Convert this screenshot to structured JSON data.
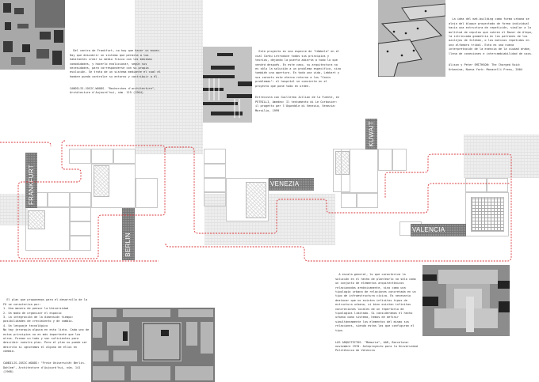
{
  "panel": {
    "quotes": [
      {
        "id": "frankfurt",
        "text": "Del centro de Frankfurt, no hay que hacer un museo. Hay que descubrir un sistema que permita a los habitantes crear su medio físico con las máximas comodidades, y hacerlo evolucionar, según sus necesidades, para corresponderse con su propia evolución. Se trata de un sistema mediante el cual el hombre pueda controlar su entorno y contribuir a él.",
        "citation": "CANDILIS-JOSIC-WOODS. \"Recherches d'architecture\", Architecture d'Aujourd'hui, núm. 115 (1964)"
      },
      {
        "id": "venezia",
        "text": "Este proyecto es una especie de \"tómbola\" en el cual Corbu introduce todos sus principios y teorías, dejando la puerta abierta a todo lo que vendrá después. En este caso, su arquitectura no es sólo la solución a un problema específico, sino también una apertura. En toda una vida, Lebhart y sus carnets este eterno retorno a los \"Casis problemas\": el hospital se convierte en el proyecto que pone todo en orden.",
        "citation": "Entrevista con Guillermo Jullian de la Fuente, en PETRILLI, Amedeo: Il testamento di Le Corbusier: il progetto per l'Ospedale di Venezia, Venezia: Marsilio, 1999"
      },
      {
        "id": "kuwait",
        "text": "La idea del mat-building como forma urbana se aleja del bloque proyectado de forma individual hacia una estructura de repetición, similar a la multitud de cúpulas que cubren el Bazar de Alepo, la intrincada geometría en los patrones de los azulejos de Isfahán, o los motivos repetidos en una alfombra tribal. Esta es una nueva interpretación de la esencia de la ciudad árabe, llena de conexiones e intercambiabilidad de usos.",
        "citation": "Alison y Peter SMITHSON: The Charged Void: Urbanism, Nueva York: Monacelli Press, 2004"
      },
      {
        "id": "valencia",
        "text": "A escala general, lo que caracteriza la solución en el hecho de plantearlo no sólo como un conjunto de elementos arquitectónicos relacionados armónicamente, sino como una tipología urbana de relaciones concretada en un tipo de infraestructura cívica. Es necesario destacar que no existen infinitos tipos de estructura urbana, si bien existen infinitas concreciones locales de un repertorio de tipologías limitado. Si consideramos el hecho urbano como sistema, hemos de definir simultáneamente los elementos del mismo sus relaciones, siendo estas las que configuran el tipo.",
        "citation": "LOS ARQUITECTOS. \"Memoria\", AAR, Barcelona: noviembre 1970. Anteproyecto para la Universidad Politécnica de Valencia"
      },
      {
        "id": "berlin",
        "text": "El plan que proponemos para el desarrollo de la FU se caracteriza por:\n1. Una manera de pensar la Universidad\n2. Un modo de organizar el espacio\n3. La integración de la dimensión tiempo: posibilidades de crecimiento y de cambio.\n4. Un lenguaje tecnológico\nNo hay jerarquía alguna en esta lista. Cada uno de estos principios no es más importante que los otros. Forman un todo y son suficientes para describir nuestro plan. Pero el plan no puede ser descrito si ignoramos el alguno de ellos en cambio.",
        "citation": "CANDILIS-JOSIC-WOODS: \"Freie Universität Berlin-Dahlem\", Architecture d'Aujourd'hui, núm. 141 (1968)"
      }
    ],
    "city_labels": {
      "frankfurt": "FRANKFURT",
      "berlin": "BERLIN",
      "venezia": "VENEZIA",
      "kuwait": "KUWAIT",
      "valencia": "VALENCIA"
    },
    "photos": [
      {
        "id": "frankfurt-model",
        "alt": "model photo frankfurt"
      },
      {
        "id": "venezia-model",
        "alt": "model photo venezia"
      },
      {
        "id": "kuwait-model",
        "alt": "model photo kuwait"
      },
      {
        "id": "valencia-model",
        "alt": "model photo valencia"
      },
      {
        "id": "berlin-model",
        "alt": "model photo berlin"
      }
    ],
    "colors": {
      "route": "#d9353a",
      "grid_line": "#c8c8c8",
      "label_bg": "#8f8f8f"
    }
  }
}
